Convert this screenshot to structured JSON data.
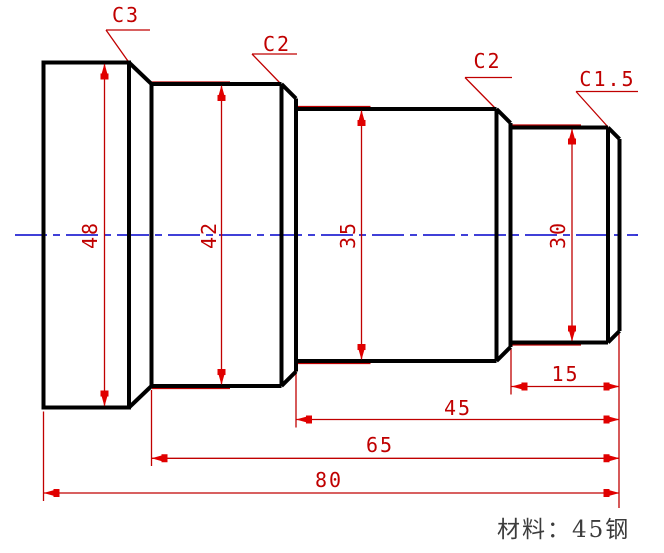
{
  "drawing": {
    "title": "stepped-shaft-lathe-part-drawing",
    "chamfers": {
      "c1": "C3",
      "c2": "C2",
      "c3": "C2",
      "c4": "C1.5"
    },
    "diameters": {
      "d1": "48",
      "d2": "42",
      "d3": "35",
      "d4": "30"
    },
    "lengths": {
      "l1": "15",
      "l2": "45",
      "l3": "65",
      "l4": "80"
    },
    "note": "材料：45钢",
    "part": {
      "type": "stepped shaft",
      "material": "45钢",
      "segments": [
        {
          "diameter_mm": 48,
          "end_chamfer": "C3"
        },
        {
          "diameter_mm": 42,
          "end_chamfer": "C2"
        },
        {
          "diameter_mm": 35,
          "end_chamfer": "C2"
        },
        {
          "diameter_mm": 30,
          "end_chamfer": "C1.5"
        }
      ],
      "length_dims_mm": [
        15,
        45,
        65,
        80
      ]
    },
    "colors": {
      "outline": "#000000",
      "dimension_line": "#c00000",
      "arrow": "#e00000",
      "centerline": "#0000cc",
      "note_text": "#3c3c3c",
      "background": "#ffffff"
    }
  }
}
